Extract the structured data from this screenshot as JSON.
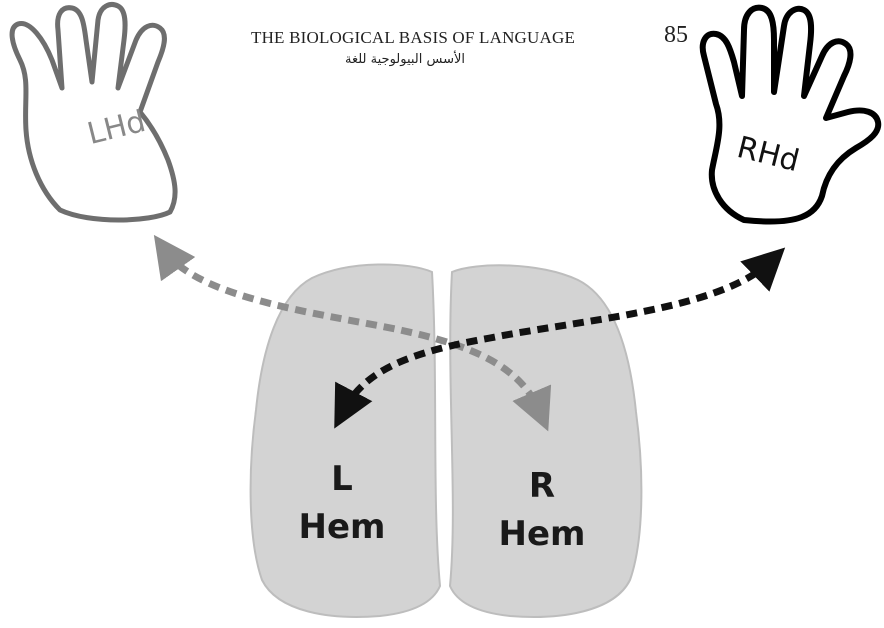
{
  "header": {
    "title": "THE BIOLOGICAL BASIS OF LANGUAGE",
    "page_number": "85",
    "arabic_subtitle": "الأسس البيولوجية للغة"
  },
  "hands": {
    "left_label": "LHd",
    "right_label": "RHd"
  },
  "hemispheres": {
    "left_letter": "L",
    "left_word": "Hem",
    "right_letter": "R",
    "right_word": "Hem"
  },
  "colors": {
    "hemisphere_fill": "#d3d3d3",
    "left_arrow": "#8c8c8c",
    "right_arrow": "#111111",
    "left_hand_outline": "#6e6e6e",
    "right_hand_outline": "#000000"
  },
  "icons": {
    "left_hand": "hand-outline-icon",
    "right_hand": "hand-outline-icon"
  }
}
